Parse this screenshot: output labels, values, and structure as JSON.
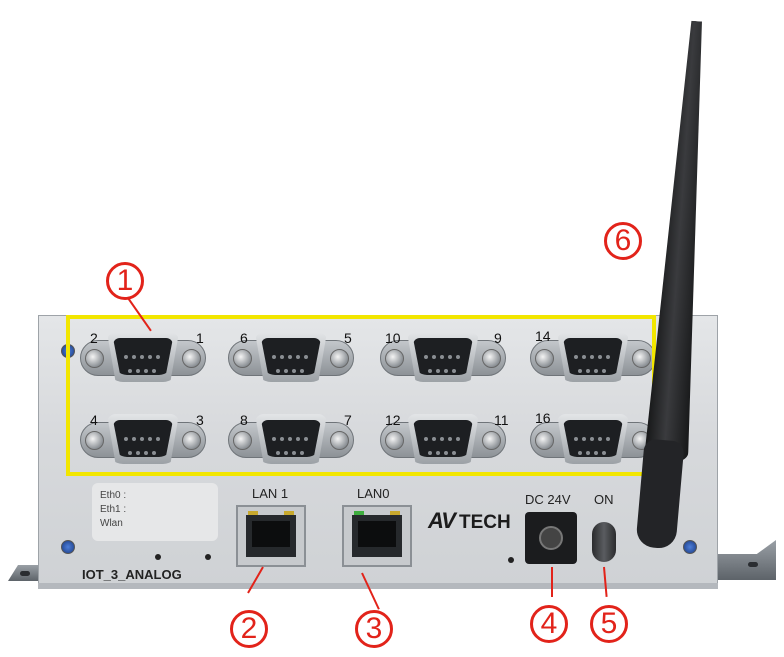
{
  "serial_ports": {
    "top_row": [
      {
        "left": "2",
        "right": "1"
      },
      {
        "left": "6",
        "right": "5"
      },
      {
        "left": "10",
        "right": "9"
      },
      {
        "left": "14",
        "right": ""
      }
    ],
    "bottom_row": [
      {
        "left": "4",
        "right": "3"
      },
      {
        "left": "8",
        "right": "7"
      },
      {
        "left": "12",
        "right": "11"
      },
      {
        "left": "16",
        "right": ""
      }
    ]
  },
  "sticker": {
    "line1": "Eth0 :",
    "line2": "Eth1 :",
    "line3": "Wlan"
  },
  "ports": {
    "lan1": "LAN 1",
    "lan0": "LAN0",
    "dc": "DC 24V",
    "power": "ON"
  },
  "brand": {
    "mark": "AV",
    "text": "TECH"
  },
  "model": "IOT_3_ANALOG",
  "callouts": [
    "1",
    "2",
    "3",
    "4",
    "5",
    "6"
  ],
  "colors": {
    "highlight": "#f2e600",
    "callout": "#e2231a",
    "chassis": "#d7d9dc"
  }
}
